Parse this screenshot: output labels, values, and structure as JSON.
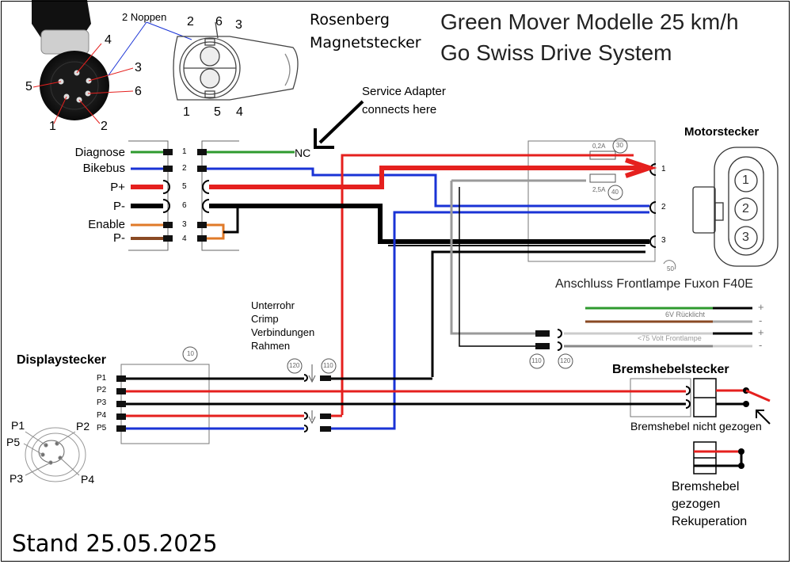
{
  "title": {
    "line1": "Green Mover Modelle 25 km/h",
    "line2": "Go Swiss Drive System"
  },
  "rosenberg": {
    "line1": "Rosenberg",
    "line2": "Magnetstecker",
    "noppen": "2 Noppen"
  },
  "plug_round_pins": [
    "4",
    "3",
    "5",
    "6",
    "1",
    "2"
  ],
  "plug_side_pins": {
    "top": [
      "2",
      "6",
      "3"
    ],
    "bottom": [
      "1",
      "5",
      "4"
    ]
  },
  "service_adapter": {
    "line1": "Service Adapter",
    "line2": "connects here"
  },
  "nc_label": "NC",
  "left_connector": {
    "labels": [
      "Diagnose",
      "Bikebus",
      "P+",
      "P-",
      "Enable",
      "P-"
    ],
    "pins": [
      "1",
      "2",
      "5",
      "6",
      "3",
      "4"
    ]
  },
  "motor": {
    "title": "Motorstecker",
    "fuse1": "0,2A",
    "fuse1_ref": "30",
    "fuse2": "2,5A",
    "fuse2_ref": "40",
    "pins": [
      "1",
      "2",
      "3"
    ],
    "corner_ref": "50",
    "plug_pins": [
      "1",
      "2",
      "3"
    ]
  },
  "frontlamp": {
    "title": "Anschluss Frontlampe Fuxon F40E",
    "rear_label": "6V Rücklicht",
    "front_label": "<75 Volt Frontlampe",
    "plus": "+",
    "minus": "-",
    "refs": [
      "110",
      "120"
    ]
  },
  "unterrohr": {
    "lines": [
      "Unterrohr",
      "Crimp",
      "Verbindungen",
      "Rahmen"
    ],
    "refs": [
      "120",
      "110"
    ]
  },
  "display": {
    "title": "Displaystecker",
    "ref": "10",
    "pins": [
      "P1",
      "P2",
      "P3",
      "P4",
      "P5"
    ],
    "round_labels": [
      "P1",
      "P5",
      "P2",
      "P3",
      "P4"
    ]
  },
  "brake": {
    "title": "Bremshebelstecker",
    "not_pulled": "Bremshebel nicht gezogen",
    "pulled": [
      "Bremshebel",
      "gezogen",
      "Rekuperation"
    ]
  },
  "stand": "Stand 25.05.2025",
  "colors": {
    "red": "#e5201e",
    "blue": "#1a33d6",
    "green": "#2e9a2e",
    "black": "#000000",
    "orange": "#e07a28",
    "brown": "#8a4a24",
    "gray": "#9a9a9a"
  }
}
